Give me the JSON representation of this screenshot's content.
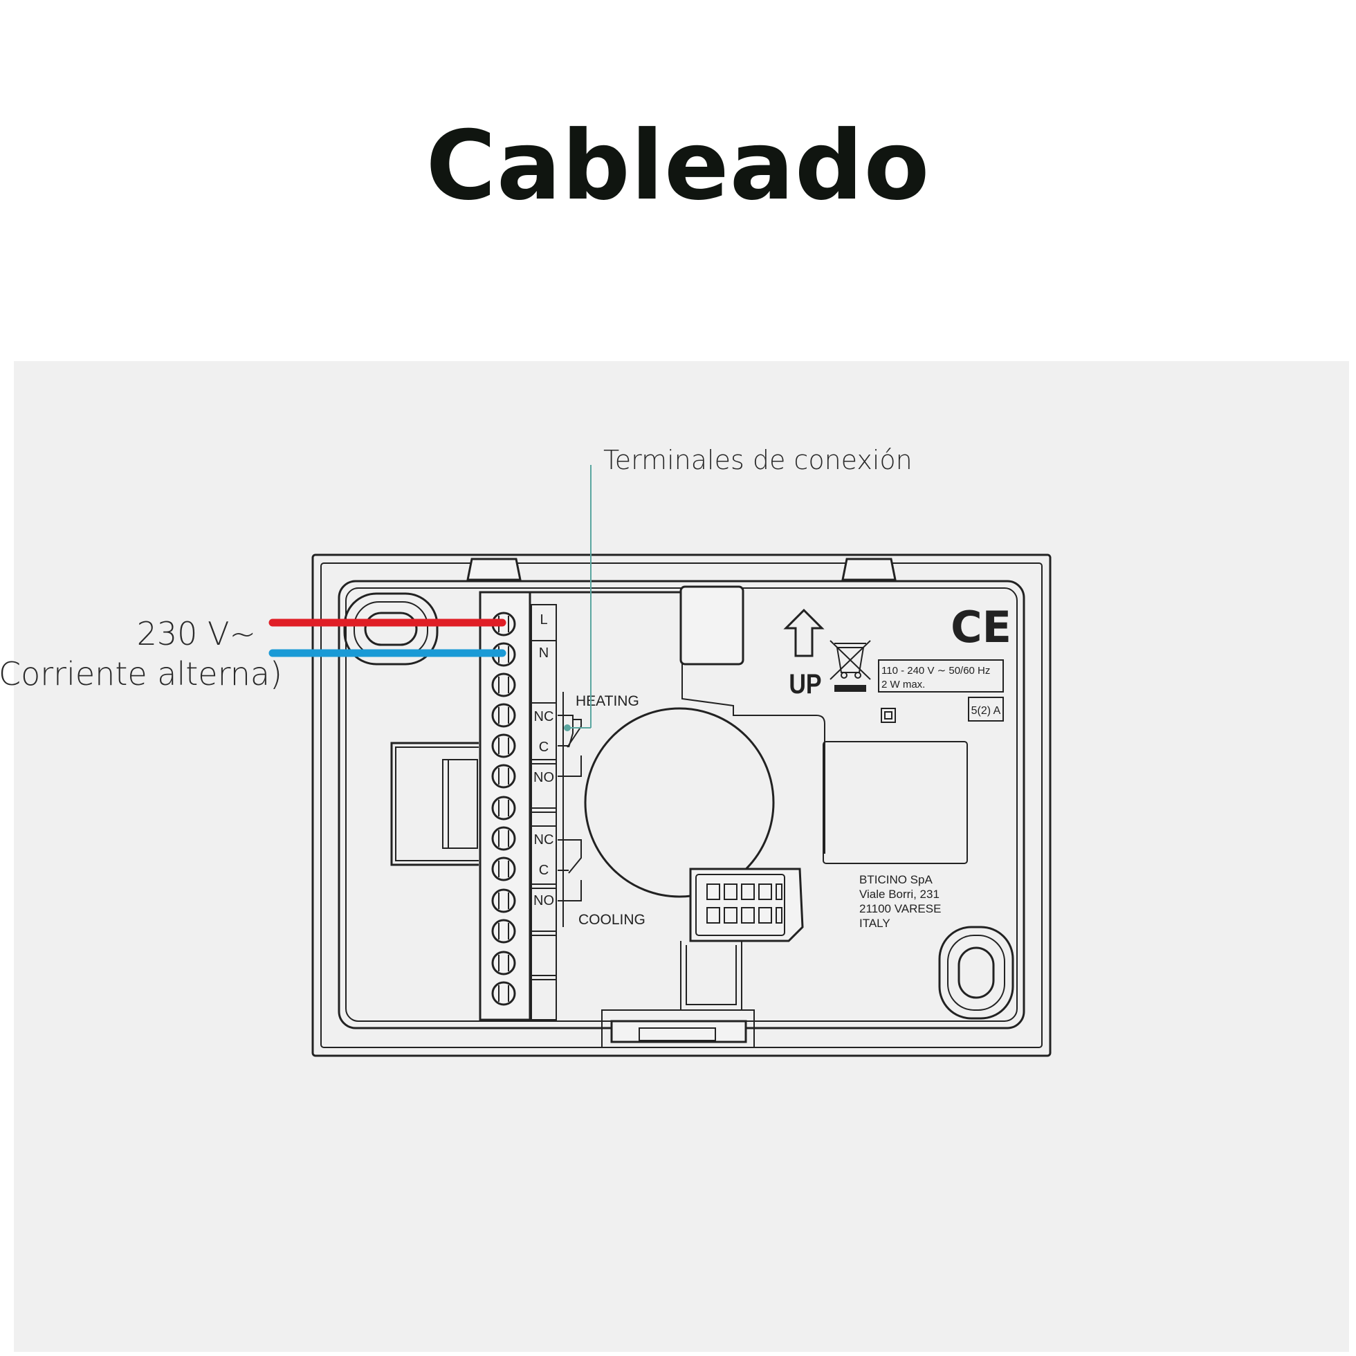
{
  "title": "Cableado",
  "callouts": {
    "terminals": "Terminales de conexión",
    "voltage": "230 V~",
    "voltage_note": "(Corriente alterna)"
  },
  "terminal_labels": {
    "L": "L",
    "N": "N",
    "nc1": "NC",
    "c1": "C",
    "no1": "NO",
    "nc2": "NC",
    "c2": "C",
    "no2": "NO"
  },
  "relay_labels": {
    "heating": "HEATING",
    "cooling": "COOLING"
  },
  "device_marks": {
    "up": "UP",
    "ce": "CE",
    "rating_line1": "110 - 240 V ∼ 50/60 Hz",
    "rating_line2": "2 W max.",
    "current": "5(2) A"
  },
  "manufacturer": {
    "line1": "BTICINO SpA",
    "line2": "Viale Borri, 231",
    "line3": "21100 VARESE",
    "line4": "ITALY"
  },
  "colors": {
    "phase_wire": "#e01e26",
    "neutral_wire": "#1a9ad6",
    "leader_line": "#5aa6a0"
  }
}
